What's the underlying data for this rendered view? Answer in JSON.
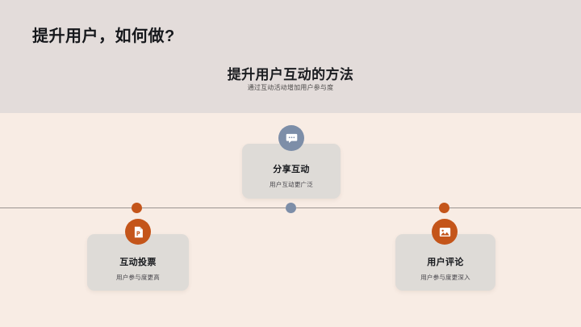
{
  "slide": {
    "title": "提升用户，如何做?",
    "section_heading": "提升用户互动的方法",
    "section_subheading": "通过互动活动增加用户参与度"
  },
  "colors": {
    "header_band": "#e3dcda",
    "body_background": "#f8ece4",
    "card_background": "#dedbd7",
    "accent_orange": "#c4551a",
    "accent_slate": "#7d8ea8",
    "axis_line": "#9b9491",
    "title_text": "#16181c"
  },
  "timeline": {
    "axis_label": "timeline-axis",
    "nodes": [
      {
        "id": "node-poll",
        "color": "#c4551a",
        "position": "down"
      },
      {
        "id": "node-share",
        "color": "#7d8ea8",
        "position": "up"
      },
      {
        "id": "node-comment",
        "color": "#c4551a",
        "position": "down"
      }
    ],
    "items": [
      {
        "id": "poll",
        "title": "互动投票",
        "description": "用户参与度更高",
        "icon": "poll-document-icon",
        "icon_color": "#c4551a",
        "placement": "below"
      },
      {
        "id": "share",
        "title": "分享互动",
        "description": "用户互动更广泛",
        "icon": "chat-bubble-icon",
        "icon_color": "#7d8ea8",
        "placement": "above"
      },
      {
        "id": "comment",
        "title": "用户评论",
        "description": "用户参与度更深入",
        "icon": "image-photo-icon",
        "icon_color": "#c4551a",
        "placement": "below"
      }
    ]
  }
}
